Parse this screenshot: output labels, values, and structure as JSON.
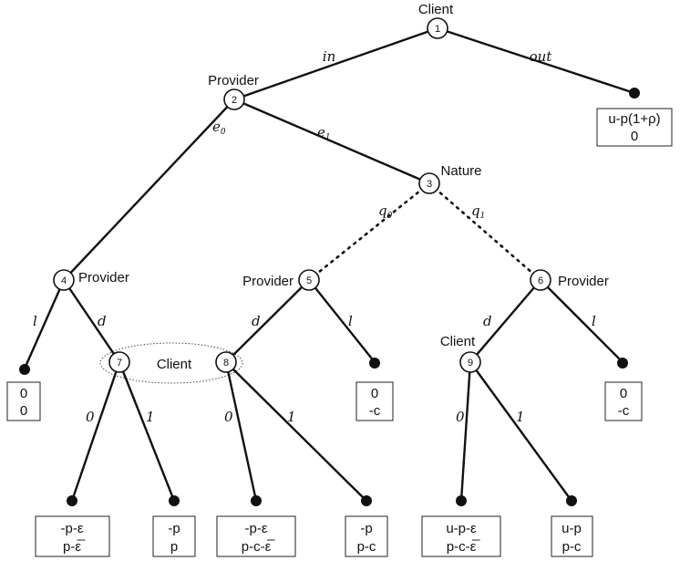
{
  "nodes": [
    {
      "id": "1",
      "player": "Client"
    },
    {
      "id": "2",
      "player": "Provider"
    },
    {
      "id": "3",
      "player": "Nature"
    },
    {
      "id": "4",
      "player": "Provider"
    },
    {
      "id": "5",
      "player": "Provider"
    },
    {
      "id": "6",
      "player": "Provider"
    },
    {
      "id": "7",
      "player": ""
    },
    {
      "id": "8",
      "player": ""
    },
    {
      "id": "9",
      "player": "Client"
    }
  ],
  "information_set": {
    "label": "Client"
  },
  "edges": [
    {
      "id": "e-1-2",
      "label": "in"
    },
    {
      "id": "e-1-out",
      "label": "out"
    },
    {
      "id": "e-2-4",
      "label": "e",
      "sub": "0"
    },
    {
      "id": "e-2-3",
      "label": "e",
      "sub": "1"
    },
    {
      "id": "e-3-5",
      "label": "q",
      "sub": "0"
    },
    {
      "id": "e-3-6",
      "label": "q",
      "sub": "1"
    },
    {
      "id": "e-4-l",
      "label": "l"
    },
    {
      "id": "e-4-7",
      "label": "d"
    },
    {
      "id": "e-5-8",
      "label": "d"
    },
    {
      "id": "e-5-l",
      "label": "l"
    },
    {
      "id": "e-6-9",
      "label": "d"
    },
    {
      "id": "e-6-l",
      "label": "l"
    },
    {
      "id": "e-7-0",
      "label": "0"
    },
    {
      "id": "e-7-1",
      "label": "1"
    },
    {
      "id": "e-8-0",
      "label": "0"
    },
    {
      "id": "e-8-1",
      "label": "1"
    },
    {
      "id": "e-9-0",
      "label": "0"
    },
    {
      "id": "e-9-1",
      "label": "1"
    }
  ],
  "payoffs": [
    {
      "id": "out",
      "client": "u-p(1+ρ)",
      "provider": "0"
    },
    {
      "id": "n4-l",
      "client": "0",
      "provider": "0"
    },
    {
      "id": "n5-l",
      "client": "0",
      "provider": "-c"
    },
    {
      "id": "n6-l",
      "client": "0",
      "provider": "-c"
    },
    {
      "id": "n7-0",
      "client": "-p-ε",
      "provider": "p-ε̅"
    },
    {
      "id": "n7-1",
      "client": "-p",
      "provider": "p"
    },
    {
      "id": "n8-0",
      "client": "-p-ε",
      "provider": "p-c-ε̅"
    },
    {
      "id": "n8-1",
      "client": "-p",
      "provider": "p-c"
    },
    {
      "id": "n9-0",
      "client": "u-p-ε",
      "provider": "p-c-ε̅"
    },
    {
      "id": "n9-1",
      "client": "u-p",
      "provider": "p-c"
    }
  ]
}
